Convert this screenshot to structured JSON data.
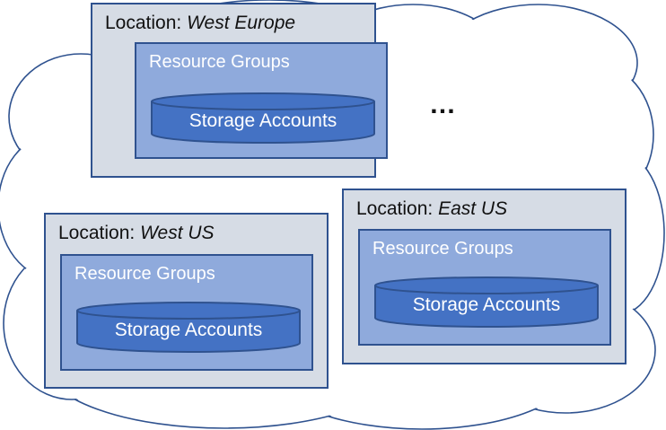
{
  "locations": [
    {
      "label": "Location: ",
      "name": "West Europe",
      "resource_groups_label": "Resource Groups",
      "storage_label": "Storage Accounts"
    },
    {
      "label": "Location: ",
      "name": "East US",
      "resource_groups_label": "Resource Groups",
      "storage_label": "Storage Accounts"
    },
    {
      "label": "Location: ",
      "name": "West US",
      "resource_groups_label": "Resource Groups",
      "storage_label": "Storage Accounts"
    }
  ],
  "more_indicator": "…",
  "colors": {
    "location_fill": "#d6dce5",
    "resource_group_fill": "#8faadc",
    "storage_fill": "#4472c4",
    "outline": "#2f528f"
  }
}
